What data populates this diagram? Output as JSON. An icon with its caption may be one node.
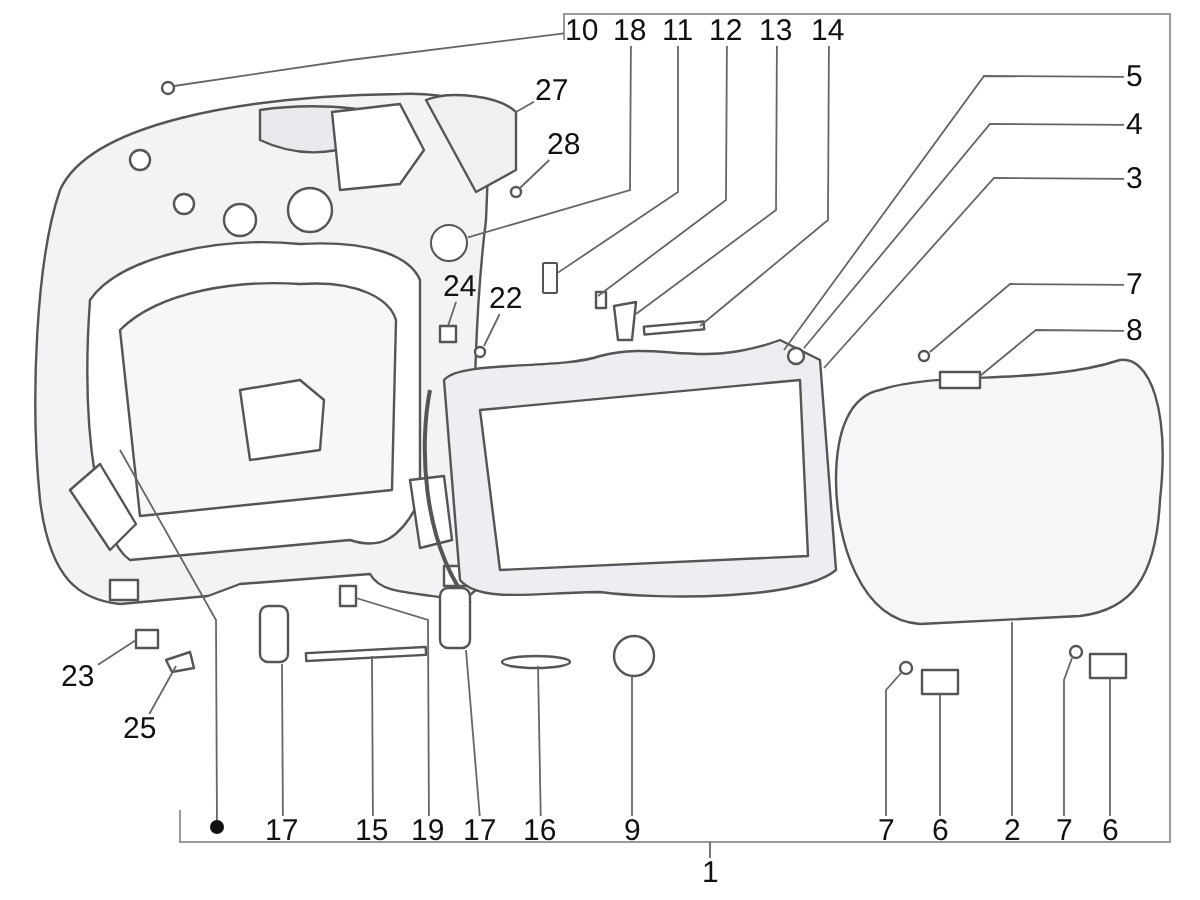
{
  "diagram": {
    "nodes": [
      {
        "text": [
          "10"
        ]
      },
      {
        "text": [
          "18"
        ]
      },
      {
        "text": [
          "11"
        ]
      },
      {
        "text": [
          "12"
        ]
      },
      {
        "text": [
          "13"
        ]
      },
      {
        "text": [
          "14"
        ]
      },
      {
        "text": [
          "27"
        ]
      },
      {
        "text": [
          "5"
        ]
      },
      {
        "text": [
          "28"
        ]
      },
      {
        "text": [
          "4"
        ]
      },
      {
        "text": [
          "3"
        ]
      },
      {
        "text": [
          "24"
        ]
      },
      {
        "text": [
          "22"
        ]
      },
      {
        "text": [
          "7"
        ]
      },
      {
        "text": [
          "8"
        ]
      },
      {
        "text": [
          "23"
        ]
      },
      {
        "text": [
          "25"
        ]
      },
      {
        "text": [],
        "shape": "circle"
      },
      {
        "text": [
          "17"
        ]
      },
      {
        "text": [
          "15"
        ]
      },
      {
        "text": [
          "19"
        ]
      },
      {
        "text": [
          "17"
        ]
      },
      {
        "text": [
          "16"
        ]
      },
      {
        "text": [
          "9"
        ]
      },
      {
        "text": [
          "7"
        ]
      },
      {
        "text": [
          "6"
        ]
      },
      {
        "text": [
          "2"
        ]
      },
      {
        "text": [
          "7"
        ]
      },
      {
        "text": [
          "6"
        ]
      },
      {
        "text": [
          "1"
        ]
      },
      {
        "text": [],
        "shape": "circle"
      },
      {
        "text": [],
        "shape": "box"
      }
    ],
    "edges": [
      {
        "from": 0,
        "to": null,
        "arrow": "none"
      },
      {
        "from": 1,
        "to": 30,
        "arrow": "none"
      },
      {
        "from": 2,
        "to": 31,
        "arrow": "none"
      },
      {
        "from": 3,
        "to": null,
        "arrow": "none"
      },
      {
        "from": 4,
        "to": null,
        "arrow": "none"
      },
      {
        "from": 5,
        "to": null,
        "arrow": "none"
      },
      {
        "from": 6,
        "to": null,
        "arrow": "none"
      },
      {
        "from": 7,
        "to": null,
        "arrow": "none"
      },
      {
        "from": 8,
        "to": null,
        "arrow": "none"
      },
      {
        "from": 9,
        "to": null,
        "arrow": "none"
      },
      {
        "from": 10,
        "to": null,
        "arrow": "none"
      },
      {
        "from": 11,
        "to": null,
        "arrow": "none"
      },
      {
        "from": 12,
        "to": null,
        "arrow": "none"
      },
      {
        "from": 13,
        "to": null,
        "arrow": "none"
      },
      {
        "from": 14,
        "to": null,
        "arrow": "none"
      },
      {
        "from": 15,
        "to": null,
        "arrow": "none"
      },
      {
        "from": 16,
        "to": null,
        "arrow": "none"
      },
      {
        "from": 17,
        "to": null,
        "arrow": "none"
      },
      {
        "from": 18,
        "to": null,
        "arrow": "none"
      },
      {
        "from": 19,
        "to": null,
        "arrow": "none"
      },
      {
        "from": 20,
        "to": null,
        "arrow": "none"
      },
      {
        "from": 21,
        "to": null,
        "arrow": "none"
      },
      {
        "from": 22,
        "to": null,
        "arrow": "none"
      },
      {
        "from": 23,
        "to": null,
        "arrow": "none"
      },
      {
        "from": 24,
        "to": null,
        "arrow": "none"
      },
      {
        "from": 25,
        "to": null,
        "arrow": "none"
      },
      {
        "from": 26,
        "to": null,
        "arrow": "none"
      },
      {
        "from": 27,
        "to": null,
        "arrow": "none"
      },
      {
        "from": 28,
        "to": null,
        "arrow": "none"
      },
      {
        "from": 29,
        "to": null,
        "arrow": "none"
      }
    ]
  }
}
